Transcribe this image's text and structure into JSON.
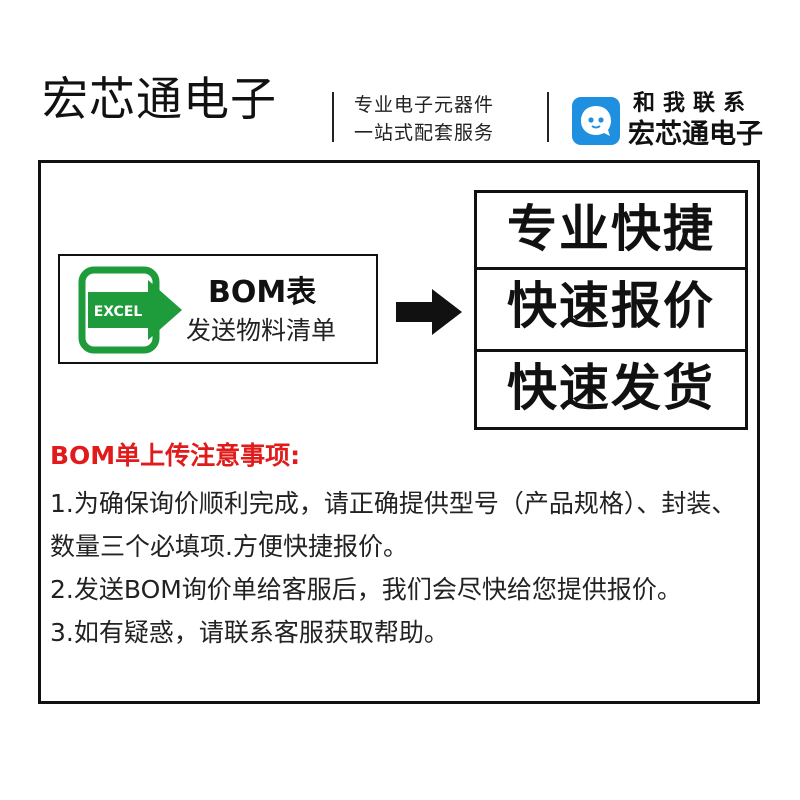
{
  "header": {
    "brand": "宏芯通电子",
    "tagline": [
      "专业电子元器件",
      "一站式配套服务"
    ],
    "contact": {
      "title": "和我联系",
      "brand": "宏芯通电子",
      "icon": "chat-bubble-icon"
    }
  },
  "bom_card": {
    "icon": "excel-arrow-icon",
    "icon_label": "EXCEL",
    "title": "BOM表",
    "subtitle": "发送物料清单"
  },
  "flow_arrow": "right-arrow-icon",
  "features": [
    "专业快捷",
    "快速报价",
    "快速发货"
  ],
  "notes": {
    "heading": "BOM单上传注意事项:",
    "lines": [
      "1.为确保询价顺利完成，请正确提供型号（产品规格）、封装、数量三个必填项.方便快捷报价。",
      "2.发送BOM询价单给客服后，我们会尽快给您提供报价。",
      "3.如有疑惑，请联系客服获取帮助。"
    ]
  },
  "colors": {
    "excel_green": "#1e9b3a",
    "contact_blue": "#1f8fe0",
    "heading_red": "#e11b1b",
    "border": "#111111"
  }
}
